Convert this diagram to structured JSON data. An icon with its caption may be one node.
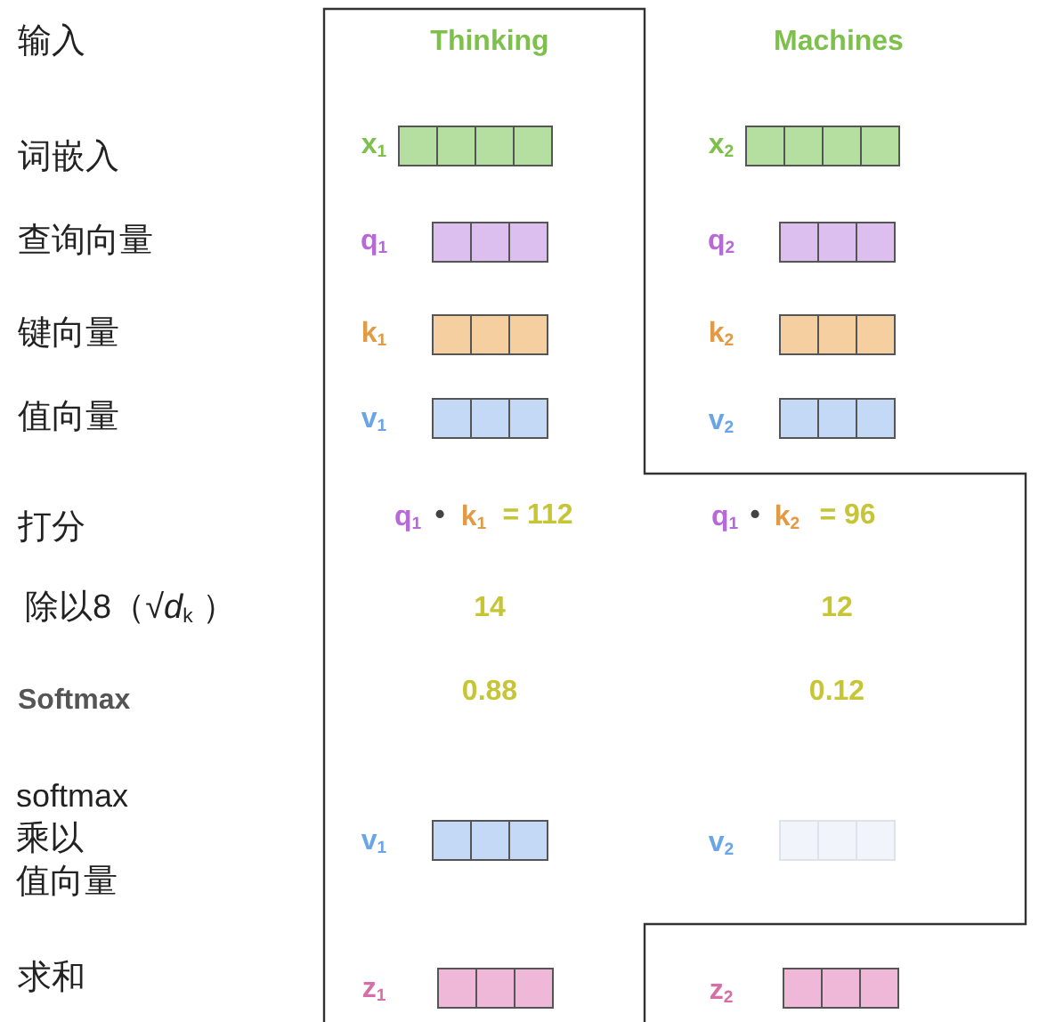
{
  "diagram": {
    "labels": [
      "输入",
      "Thinking",
      "Machines",
      "词嵌入",
      "x$_{1}$",
      "x$_{2}$",
      "查询向量",
      "q$_{1}$",
      "q$_{2}$",
      "键向量",
      "k$_{1}$",
      "k$_{2}$",
      "值向量",
      "v$_{1}$",
      "v$_{2}$",
      "打分",
      "q$_{1}$",
      "•",
      "k$_{1}$",
      "= 112",
      "q$_{1}$",
      "•",
      "k$_{2}$",
      "= 96",
      "除以8（√*d*$_{k}$ ）",
      "14",
      "12",
      "Softmax",
      "0.88",
      "0.12",
      "softmax",
      "乘以",
      "值向量",
      "v$_{1}$",
      "v$_{2}$",
      "求和",
      "z$_{1}$",
      "z$_{2}$"
    ]
  }
}
